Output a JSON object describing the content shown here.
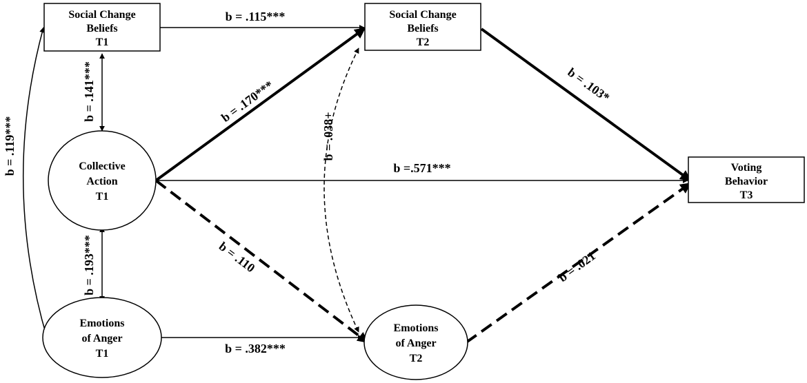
{
  "nodes": {
    "scb_t1": {
      "lines": [
        "Social Change",
        "Beliefs",
        "T1"
      ]
    },
    "scb_t2": {
      "lines": [
        "Social Change",
        "Beliefs",
        "T2"
      ]
    },
    "ca_t1": {
      "lines": [
        "Collective",
        "Action",
        "T1"
      ]
    },
    "anger_t1": {
      "lines": [
        "Emotions",
        "of Anger",
        "T1"
      ]
    },
    "anger_t2": {
      "lines": [
        "Emotions",
        "of Anger",
        "T2"
      ]
    },
    "vote_t3": {
      "lines": [
        "Voting",
        "Behavior",
        "T3"
      ]
    }
  },
  "paths": {
    "scb1_scb2": "b = .115***",
    "ca1_scb2": "b = .170***",
    "scb2_vote": "b = .103*",
    "ca1_vote": "b =.571***",
    "ca1_anger2": "b = .110",
    "anger2_vote": "b = .021",
    "anger1_anger2": "b = .382***",
    "scb2_anger2": "b = .038+",
    "scb1_ca1": "b = .141***",
    "ca1_anger1": "b = .193***",
    "scb1_anger1": "b = .119***"
  }
}
